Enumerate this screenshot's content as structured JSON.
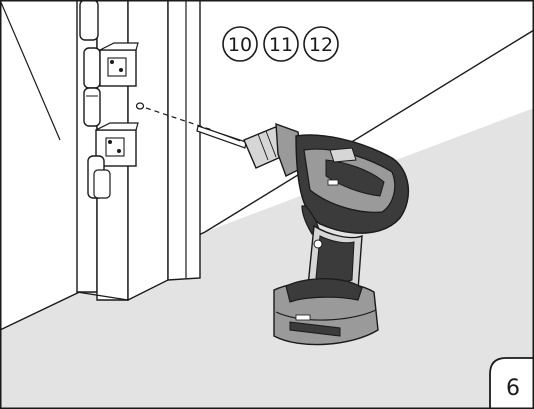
{
  "part_callouts": [
    "10",
    "11",
    "12"
  ],
  "step_number": "6",
  "colors": {
    "floor": "#e3e3e3",
    "line": "#1a1a1a",
    "drill_dark": "#3b3b3b",
    "drill_mid": "#9a9a9a",
    "drill_light": "#d6d6d6"
  },
  "icons": [
    "door-frame",
    "hinge",
    "pilot-hole",
    "drill-bit",
    "cordless-drill",
    "battery-pack"
  ]
}
